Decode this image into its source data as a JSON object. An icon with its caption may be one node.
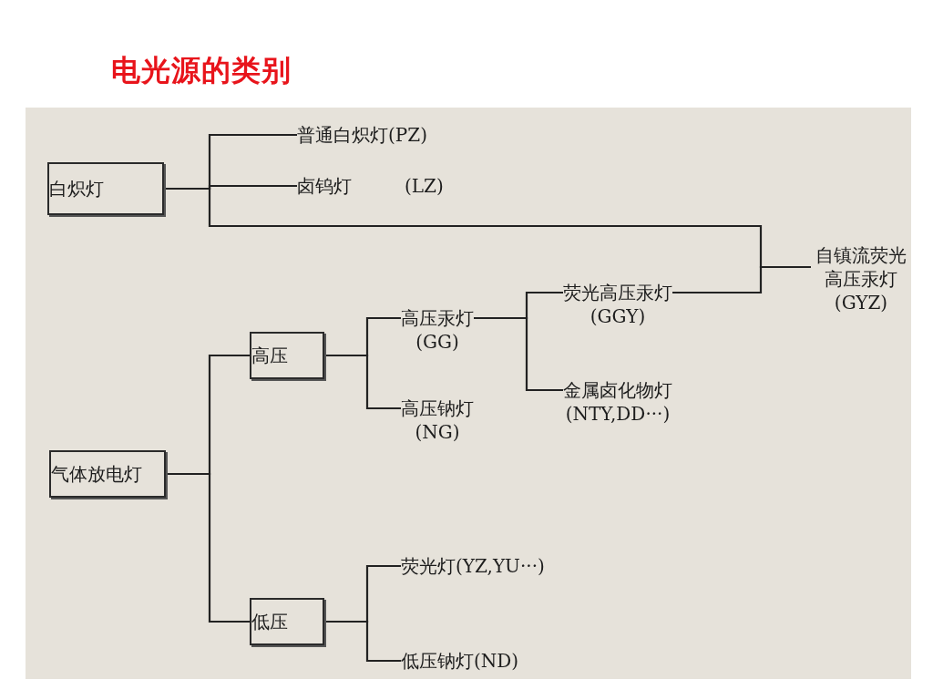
{
  "diagram": {
    "title": "电光源的类别",
    "nodes": [
      {
        "text": [
          "白炽灯"
        ]
      },
      {
        "text": [
          "普通白炽灯(PZ)"
        ]
      },
      {
        "text": [
          "卤钨灯",
          "(LZ)"
        ]
      },
      {
        "text": [
          "自镇流荧光高压汞灯",
          "(GYZ)"
        ]
      },
      {
        "text": [
          "气体放电灯"
        ]
      },
      {
        "text": [
          "高压"
        ]
      },
      {
        "text": [
          "高压汞灯",
          "(GG)"
        ]
      },
      {
        "text": [
          "荧光高压汞灯",
          "(GGY)"
        ]
      },
      {
        "text": [
          "金属卤化物灯",
          "(NTY,DD···)"
        ]
      },
      {
        "text": [
          "高压钠灯",
          "(NG)"
        ]
      },
      {
        "text": [
          "低压"
        ]
      },
      {
        "text": [
          "荧光灯(YZ,YU···)"
        ]
      },
      {
        "text": [
          "低压钠灯(ND)"
        ]
      }
    ],
    "edges": [
      {
        "from": 0,
        "to": 1,
        "arrow": "none"
      },
      {
        "from": 0,
        "to": 2,
        "arrow": "none"
      },
      {
        "from": 0,
        "to": 3,
        "arrow": "none"
      },
      {
        "from": 4,
        "to": 5,
        "arrow": "none"
      },
      {
        "from": 4,
        "to": 10,
        "arrow": "none"
      },
      {
        "from": 5,
        "to": 6,
        "arrow": "none"
      },
      {
        "from": 5,
        "to": 9,
        "arrow": "none"
      },
      {
        "from": 6,
        "to": 7,
        "arrow": "none"
      },
      {
        "from": 6,
        "to": 8,
        "arrow": "none"
      },
      {
        "from": 7,
        "to": 3,
        "arrow": "none"
      },
      {
        "from": 10,
        "to": 11,
        "arrow": "none"
      },
      {
        "from": 10,
        "to": 12,
        "arrow": "none"
      }
    ]
  }
}
